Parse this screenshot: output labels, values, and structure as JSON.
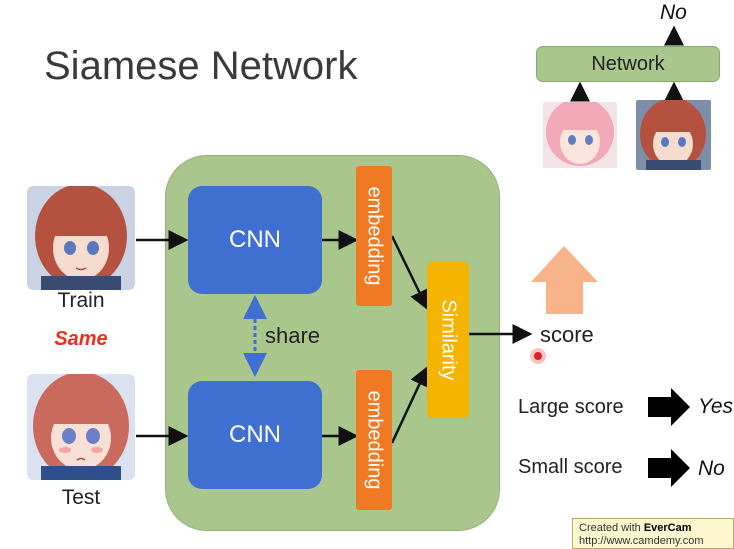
{
  "title": "Siamese Network",
  "left": {
    "train_label": "Train",
    "same_label": "Same",
    "test_label": "Test"
  },
  "main": {
    "cnn_top": "CNN",
    "cnn_bottom": "CNN",
    "share_label": "share",
    "embedding_top": "embedding",
    "embedding_bottom": "embedding",
    "similarity": "Similarity",
    "score_label": "score"
  },
  "inset": {
    "network_label": "Network",
    "output": "No"
  },
  "results": [
    {
      "label": "Large score",
      "output": "Yes"
    },
    {
      "label": "Small score",
      "output": "No"
    }
  ],
  "watermark": {
    "prefix": "Created with",
    "brand": "EverCam",
    "url": "http://www.camdemy.com"
  },
  "colors": {
    "panel": "#a9c78d",
    "cnn": "#3f6fd0",
    "embedding": "#f07a24",
    "similarity": "#f5b400",
    "same": "#e8321e",
    "up_arrow": "#f7b48a"
  }
}
